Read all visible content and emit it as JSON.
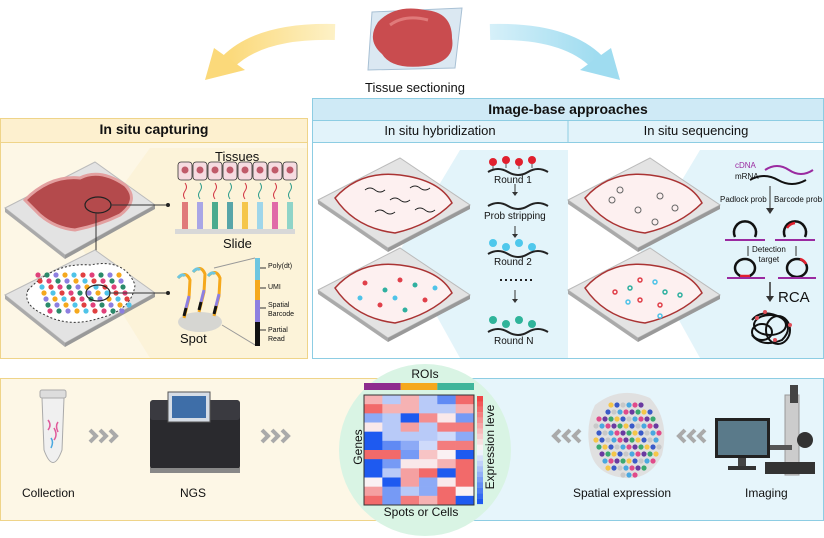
{
  "top": {
    "label": "Tissue sectioning"
  },
  "capturing": {
    "title": "In situ capturing",
    "tissues_label": "Tissues",
    "slide_label": "Slide",
    "spot_label": "Spot",
    "probe_parts": [
      "Poly(dt)",
      "UMI",
      "Spatial",
      "Barcode",
      "Partial",
      "Read"
    ]
  },
  "imaging": {
    "title": "Image-base approaches",
    "hybridization": {
      "title": "In situ hybridization",
      "steps": [
        "Round 1",
        "Prob stripping",
        "Round 2",
        "Round N"
      ]
    },
    "sequencing": {
      "title": "In situ sequencing",
      "cdna": "cDNA",
      "mrna": "mRNA",
      "padlock": "Padlock prob",
      "barcode": "Barcode prob",
      "detection": "Detection",
      "target": "target",
      "rca": "RCA"
    }
  },
  "workflow": {
    "collection": "Collection",
    "ngs": "NGS",
    "spatial_expression": "Spatial expression",
    "imaging": "Imaging"
  },
  "heatmap": {
    "title": "ROIs",
    "xlabel": "Spots or Cells",
    "ylabel": "Genes",
    "colorbar_label": "Expression leve",
    "roi_colors": [
      "#8e2c8e",
      "#f5a81c",
      "#3fb59a"
    ],
    "values": [
      [
        0.4,
        -0.3,
        0.4,
        -0.3,
        -0.7,
        0.8
      ],
      [
        0.8,
        0.4,
        0.4,
        -0.3,
        -0.3,
        0.4
      ],
      [
        -0.5,
        -0.3,
        -1,
        0.6,
        0.1,
        -0.6
      ],
      [
        0.1,
        -0.3,
        0.5,
        -0.3,
        0.7,
        0.7
      ],
      [
        -1,
        -0.3,
        -0.3,
        -0.3,
        -0.2,
        -0.5
      ],
      [
        -1,
        -0.7,
        -0.5,
        -0.2,
        0.7,
        0.7
      ],
      [
        0.8,
        0.8,
        -0.6,
        0.3,
        0.05,
        -1
      ],
      [
        -1,
        -0.6,
        0.1,
        0.1,
        0.4,
        0.8
      ],
      [
        -1,
        -0.3,
        0.5,
        0.8,
        -1,
        0.8
      ],
      [
        0.05,
        -1,
        0.5,
        -0.5,
        0.1,
        0.8
      ],
      [
        0.5,
        -0.6,
        -0.3,
        -0.5,
        0.8,
        0.05
      ],
      [
        0.8,
        -0.6,
        0.7,
        0.4,
        0.8,
        -1
      ]
    ]
  },
  "colors": {
    "yellow_panel": "#fdf5df",
    "yellow_border": "#efd489",
    "blue_panel": "#e4f4fa",
    "blue_border": "#8dcde3",
    "circle": "#d9f4e4"
  }
}
